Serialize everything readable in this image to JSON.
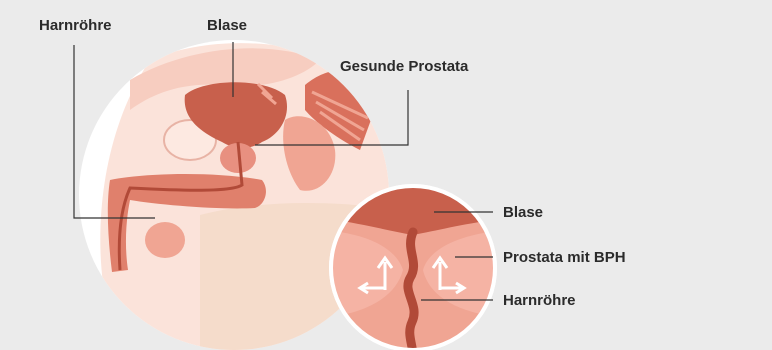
{
  "labels": {
    "urethra_main": "Harnröhre",
    "bladder_main": "Blase",
    "healthy_prostate": "Gesunde Prostata",
    "bladder_inset": "Blase",
    "prostate_bph": "Prostata mit BPH",
    "urethra_inset": "Harnröhre"
  },
  "colors": {
    "background": "#ebebeb",
    "circle": "#ffffff",
    "tissue_light": "#f7cdc0",
    "tissue_mid": "#f0a593",
    "organ": "#c8604c",
    "organ_dark": "#b14a38",
    "muscle": "#d9705c",
    "skin": "#f5dccb",
    "line": "#333333"
  },
  "icons": {
    "flow_arrows": "up-arrow-icon",
    "pressure_arrows": "outward-arrow-icon"
  }
}
